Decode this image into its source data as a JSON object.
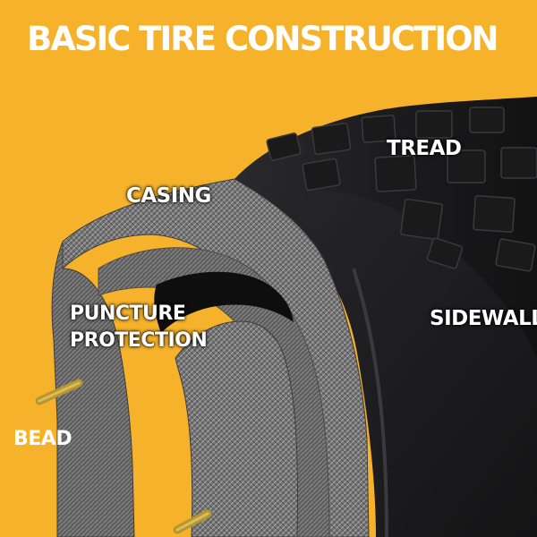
{
  "title": "BASIC TIRE CONSTRUCTION",
  "labels": {
    "tread": "TREAD",
    "casing": "CASING",
    "sidewall": "SIDEWALL",
    "puncture_line1": "PUNCTURE",
    "puncture_line2": "PROTECTION",
    "bead": "BEAD"
  },
  "colors": {
    "background": "#F6B22A",
    "tire_rubber": "#1C1C1E",
    "casing_fabric": "#6E6E6E",
    "bead_wire": "#B8962E",
    "label_text": "#FFFFFF"
  }
}
